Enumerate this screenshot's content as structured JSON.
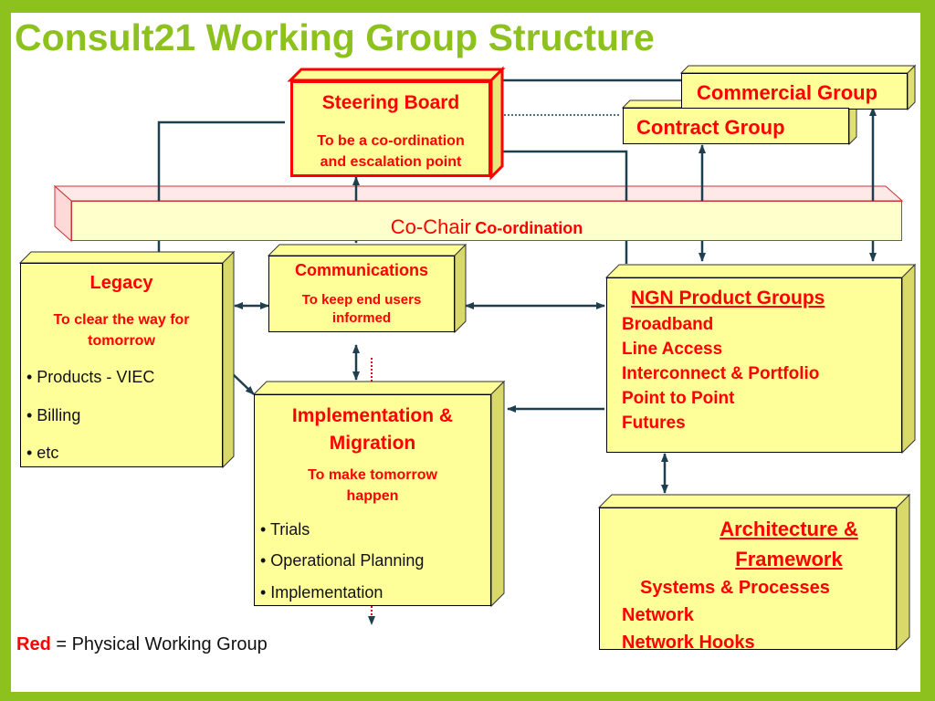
{
  "title": "Consult21 Working Group Structure",
  "colors": {
    "frame": "#8dc11e",
    "box_fill": "#ffff99",
    "accent_red": "#ff0000",
    "connector": "#1f3f4f"
  },
  "steering_board": {
    "title": "Steering Board",
    "subtitle": "To be a co-ordination and escalation point"
  },
  "commercial_group": {
    "title": "Commercial Group"
  },
  "contract_group": {
    "title": "Contract Group"
  },
  "co_chair": {
    "title": "Co-Chair",
    "subtitle": "Co-ordination"
  },
  "legacy": {
    "title": "Legacy",
    "subtitle": "To clear the way for tomorrow",
    "bullets": [
      "• Products - VIEC",
      "• Billing",
      "• etc"
    ]
  },
  "communications": {
    "title": "Communications",
    "subtitle": "To keep end users informed"
  },
  "ngn": {
    "title": "NGN Product Groups",
    "items": [
      "Broadband",
      "Line Access",
      "Interconnect & Portfolio",
      "Point to Point",
      "Futures"
    ]
  },
  "implementation": {
    "title": "Implementation & Migration",
    "subtitle": "To make tomorrow happen",
    "bullets": [
      "• Trials",
      "• Operational Planning",
      "• Implementation"
    ]
  },
  "architecture": {
    "title": "Architecture & Framework",
    "items": [
      "Systems & Processes",
      "Network",
      "Network Hooks"
    ]
  },
  "legend": {
    "key": "Red",
    "text": " = Physical Working Group"
  }
}
